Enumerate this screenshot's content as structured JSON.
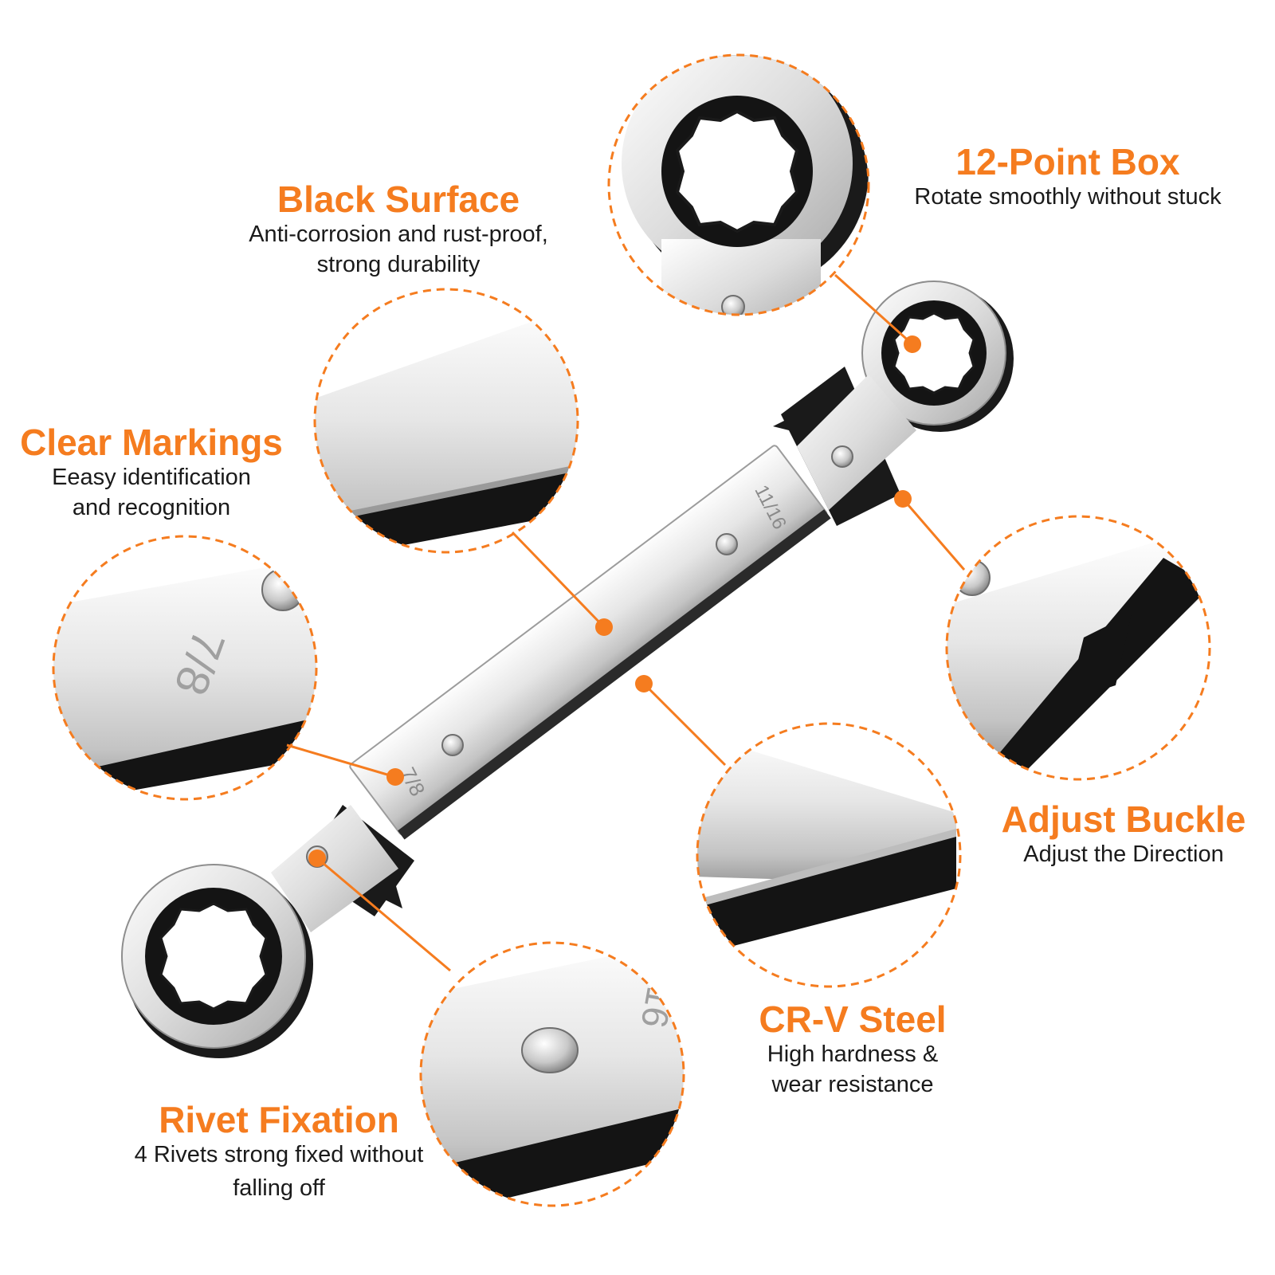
{
  "colors": {
    "accent": "#f57c1f",
    "steel_light": "#f0f0f0",
    "steel_mid": "#c8c8c8",
    "steel_dark": "#8e8e8e",
    "black_surface": "#141414"
  },
  "wrench_markings": {
    "large_end": "7/8",
    "small_end": "11/16",
    "zoom_marking": "7/8"
  },
  "features": [
    {
      "title": "12-Point Box",
      "desc": [
        "Rotate smoothly without stuck"
      ]
    },
    {
      "title": "Black Surface",
      "desc": [
        "Anti-corrosion and rust-proof,",
        "strong durability"
      ]
    },
    {
      "title": "Clear Markings",
      "desc": [
        "Eeasy identification",
        "and recognition"
      ]
    },
    {
      "title": "Adjust Buckle",
      "desc": [
        "Adjust the Direction"
      ]
    },
    {
      "title": "CR-V Steel",
      "desc": [
        "High hardness &",
        "wear resistance"
      ]
    },
    {
      "title": "Rivet Fixation",
      "desc": [
        "4 Rivets strong fixed without",
        "falling off"
      ]
    }
  ]
}
